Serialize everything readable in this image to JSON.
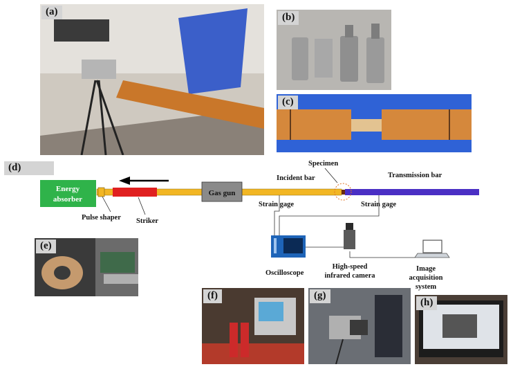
{
  "panels": {
    "a": "(a)",
    "b": "(b)",
    "c": "(c)",
    "d": "(d)",
    "e": "(e)",
    "f": "(f)",
    "g": "(g)",
    "h": "(h)"
  },
  "diagram": {
    "energy_absorber_1": "Energy",
    "energy_absorber_2": "absorber",
    "gas_gun": "Gas gun",
    "incident_bar": "Incident bar",
    "specimen": "Specimen",
    "transmission_bar": "Transmission bar",
    "strain_gage_left": "Strain gage",
    "strain_gage_right": "Strain gage",
    "pulse_shaper": "Pulse shaper",
    "striker": "Striker",
    "oscilloscope": "Oscilloscope",
    "camera_1": "High-speed",
    "camera_2": "infrared camera",
    "acq_1": "Image",
    "acq_2": "acquisition",
    "acq_3": "system"
  },
  "colors": {
    "incident_bar": "#f2b623",
    "transmission_bar": "#4a2fc4",
    "energy_absorber": "#2fb34a",
    "striker": "#e02020",
    "gas_gun": "#8a8a8a"
  }
}
